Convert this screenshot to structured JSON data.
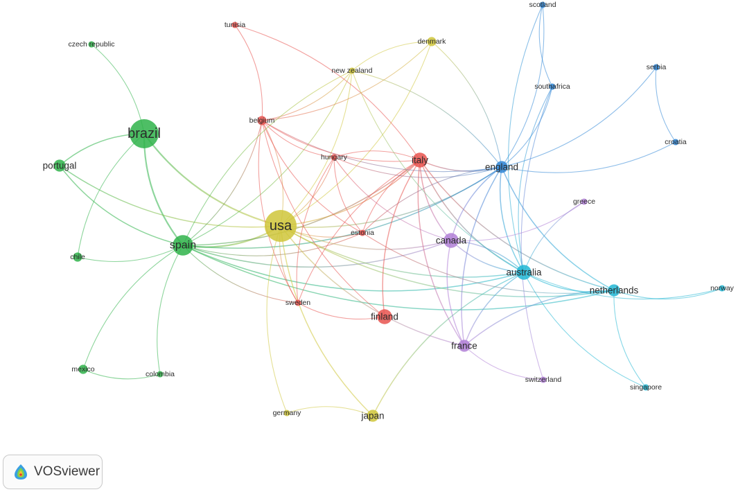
{
  "app": {
    "brand": "VOSviewer"
  },
  "colors": {
    "red": "#e8534f",
    "green": "#2fb34a",
    "blue": "#2f86d6",
    "yellow": "#cfc63a",
    "purple": "#b07fd6",
    "cyan": "#21b6d3"
  },
  "nodes": [
    {
      "id": "usa",
      "label": "usa",
      "cluster": "yellow",
      "weight": 10
    },
    {
      "id": "brazil",
      "label": "brazil",
      "cluster": "green",
      "weight": 9
    },
    {
      "id": "spain",
      "label": "spain",
      "cluster": "green",
      "weight": 6
    },
    {
      "id": "portugal",
      "label": "portugal",
      "cluster": "green",
      "weight": 3
    },
    {
      "id": "chile",
      "label": "chile",
      "cluster": "green",
      "weight": 2
    },
    {
      "id": "mexico",
      "label": "mexico",
      "cluster": "green",
      "weight": 2
    },
    {
      "id": "colombia",
      "label": "colombia",
      "cluster": "green",
      "weight": 1
    },
    {
      "id": "czech-republic",
      "label": "czech republic",
      "cluster": "green",
      "weight": 1
    },
    {
      "id": "belgium",
      "label": "belgium",
      "cluster": "red",
      "weight": 2
    },
    {
      "id": "tunisia",
      "label": "tunisia",
      "cluster": "red",
      "weight": 1
    },
    {
      "id": "hungary",
      "label": "hungary",
      "cluster": "red",
      "weight": 1
    },
    {
      "id": "italy",
      "label": "italy",
      "cluster": "red",
      "weight": 4
    },
    {
      "id": "estonia",
      "label": "estonia",
      "cluster": "red",
      "weight": 1
    },
    {
      "id": "sweden",
      "label": "sweden",
      "cluster": "red",
      "weight": 1
    },
    {
      "id": "finland",
      "label": "finland",
      "cluster": "red",
      "weight": 4
    },
    {
      "id": "new-zealand",
      "label": "new zealand",
      "cluster": "yellow",
      "weight": 1
    },
    {
      "id": "denmark",
      "label": "denmark",
      "cluster": "yellow",
      "weight": 2
    },
    {
      "id": "germany",
      "label": "germany",
      "cluster": "yellow",
      "weight": 1
    },
    {
      "id": "japan",
      "label": "japan",
      "cluster": "yellow",
      "weight": 3
    },
    {
      "id": "england",
      "label": "england",
      "cluster": "blue",
      "weight": 3
    },
    {
      "id": "scotland",
      "label": "scotland",
      "cluster": "blue",
      "weight": 1
    },
    {
      "id": "south-africa",
      "label": "southafrica",
      "cluster": "blue",
      "weight": 1
    },
    {
      "id": "serbia",
      "label": "serbia",
      "cluster": "blue",
      "weight": 1
    },
    {
      "id": "croatia",
      "label": "croatia",
      "cluster": "blue",
      "weight": 1
    },
    {
      "id": "canada",
      "label": "canada",
      "cluster": "purple",
      "weight": 4
    },
    {
      "id": "france",
      "label": "france",
      "cluster": "purple",
      "weight": 3
    },
    {
      "id": "greece",
      "label": "greece",
      "cluster": "purple",
      "weight": 1
    },
    {
      "id": "switzerland",
      "label": "switzerland",
      "cluster": "purple",
      "weight": 1
    },
    {
      "id": "australia",
      "label": "australia",
      "cluster": "cyan",
      "weight": 4
    },
    {
      "id": "netherlands",
      "label": "netherlands",
      "cluster": "cyan",
      "weight": 3
    },
    {
      "id": "norway",
      "label": "norway",
      "cluster": "cyan",
      "weight": 1
    },
    {
      "id": "singapore",
      "label": "singapore",
      "cluster": "cyan",
      "weight": 1
    }
  ],
  "edges": [
    [
      "brazil",
      "czech-republic"
    ],
    [
      "brazil",
      "portugal"
    ],
    [
      "brazil",
      "spain"
    ],
    [
      "brazil",
      "usa"
    ],
    [
      "brazil",
      "chile"
    ],
    [
      "portugal",
      "spain"
    ],
    [
      "portugal",
      "usa"
    ],
    [
      "chile",
      "spain"
    ],
    [
      "spain",
      "mexico"
    ],
    [
      "spain",
      "colombia"
    ],
    [
      "mexico",
      "colombia"
    ],
    [
      "spain",
      "usa"
    ],
    [
      "spain",
      "belgium"
    ],
    [
      "spain",
      "italy"
    ],
    [
      "spain",
      "england"
    ],
    [
      "spain",
      "canada"
    ],
    [
      "spain",
      "australia"
    ],
    [
      "spain",
      "sweden"
    ],
    [
      "spain",
      "netherlands"
    ],
    [
      "spain",
      "estonia"
    ],
    [
      "spain",
      "new-zealand"
    ],
    [
      "usa",
      "italy"
    ],
    [
      "usa",
      "england"
    ],
    [
      "usa",
      "canada"
    ],
    [
      "usa",
      "australia"
    ],
    [
      "usa",
      "japan"
    ],
    [
      "usa",
      "germany"
    ],
    [
      "usa",
      "denmark"
    ],
    [
      "usa",
      "new-zealand"
    ],
    [
      "usa",
      "belgium"
    ],
    [
      "usa",
      "hungary"
    ],
    [
      "usa",
      "estonia"
    ],
    [
      "usa",
      "sweden"
    ],
    [
      "usa",
      "france"
    ],
    [
      "usa",
      "netherlands"
    ],
    [
      "belgium",
      "tunisia"
    ],
    [
      "belgium",
      "hungary"
    ],
    [
      "belgium",
      "italy"
    ],
    [
      "belgium",
      "estonia"
    ],
    [
      "belgium",
      "sweden"
    ],
    [
      "belgium",
      "finland"
    ],
    [
      "belgium",
      "england"
    ],
    [
      "belgium",
      "new-zealand"
    ],
    [
      "belgium",
      "denmark"
    ],
    [
      "italy",
      "hungary"
    ],
    [
      "italy",
      "estonia"
    ],
    [
      "italy",
      "sweden"
    ],
    [
      "italy",
      "finland"
    ],
    [
      "italy",
      "england"
    ],
    [
      "italy",
      "canada"
    ],
    [
      "italy",
      "france"
    ],
    [
      "italy",
      "australia"
    ],
    [
      "italy",
      "netherlands"
    ],
    [
      "italy",
      "tunisia"
    ],
    [
      "hungary",
      "sweden"
    ],
    [
      "hungary",
      "estonia"
    ],
    [
      "hungary",
      "canada"
    ],
    [
      "hungary",
      "england"
    ],
    [
      "sweden",
      "finland"
    ],
    [
      "england",
      "scotland"
    ],
    [
      "england",
      "south-africa"
    ],
    [
      "england",
      "serbia"
    ],
    [
      "england",
      "croatia"
    ],
    [
      "england",
      "australia"
    ],
    [
      "england",
      "netherlands"
    ],
    [
      "england",
      "canada"
    ],
    [
      "england",
      "new-zealand"
    ],
    [
      "england",
      "denmark"
    ],
    [
      "england",
      "estonia"
    ],
    [
      "england",
      "france"
    ],
    [
      "scotland",
      "australia"
    ],
    [
      "scotland",
      "south-africa"
    ],
    [
      "serbia",
      "croatia"
    ],
    [
      "south-africa",
      "australia"
    ],
    [
      "south-africa",
      "switzerland"
    ],
    [
      "australia",
      "netherlands"
    ],
    [
      "australia",
      "norway"
    ],
    [
      "australia",
      "singapore"
    ],
    [
      "australia",
      "japan"
    ],
    [
      "australia",
      "france"
    ],
    [
      "australia",
      "canada"
    ],
    [
      "netherlands",
      "norway"
    ],
    [
      "netherlands",
      "singapore"
    ],
    [
      "netherlands",
      "france"
    ],
    [
      "canada",
      "france"
    ],
    [
      "canada",
      "greece"
    ],
    [
      "france",
      "switzerland"
    ],
    [
      "canada",
      "australia"
    ],
    [
      "greece",
      "australia"
    ],
    [
      "japan",
      "germany"
    ],
    [
      "denmark",
      "new-zealand"
    ],
    [
      "new-zealand",
      "australia"
    ],
    [
      "new-zealand",
      "spain"
    ],
    [
      "estonia",
      "netherlands"
    ]
  ]
}
